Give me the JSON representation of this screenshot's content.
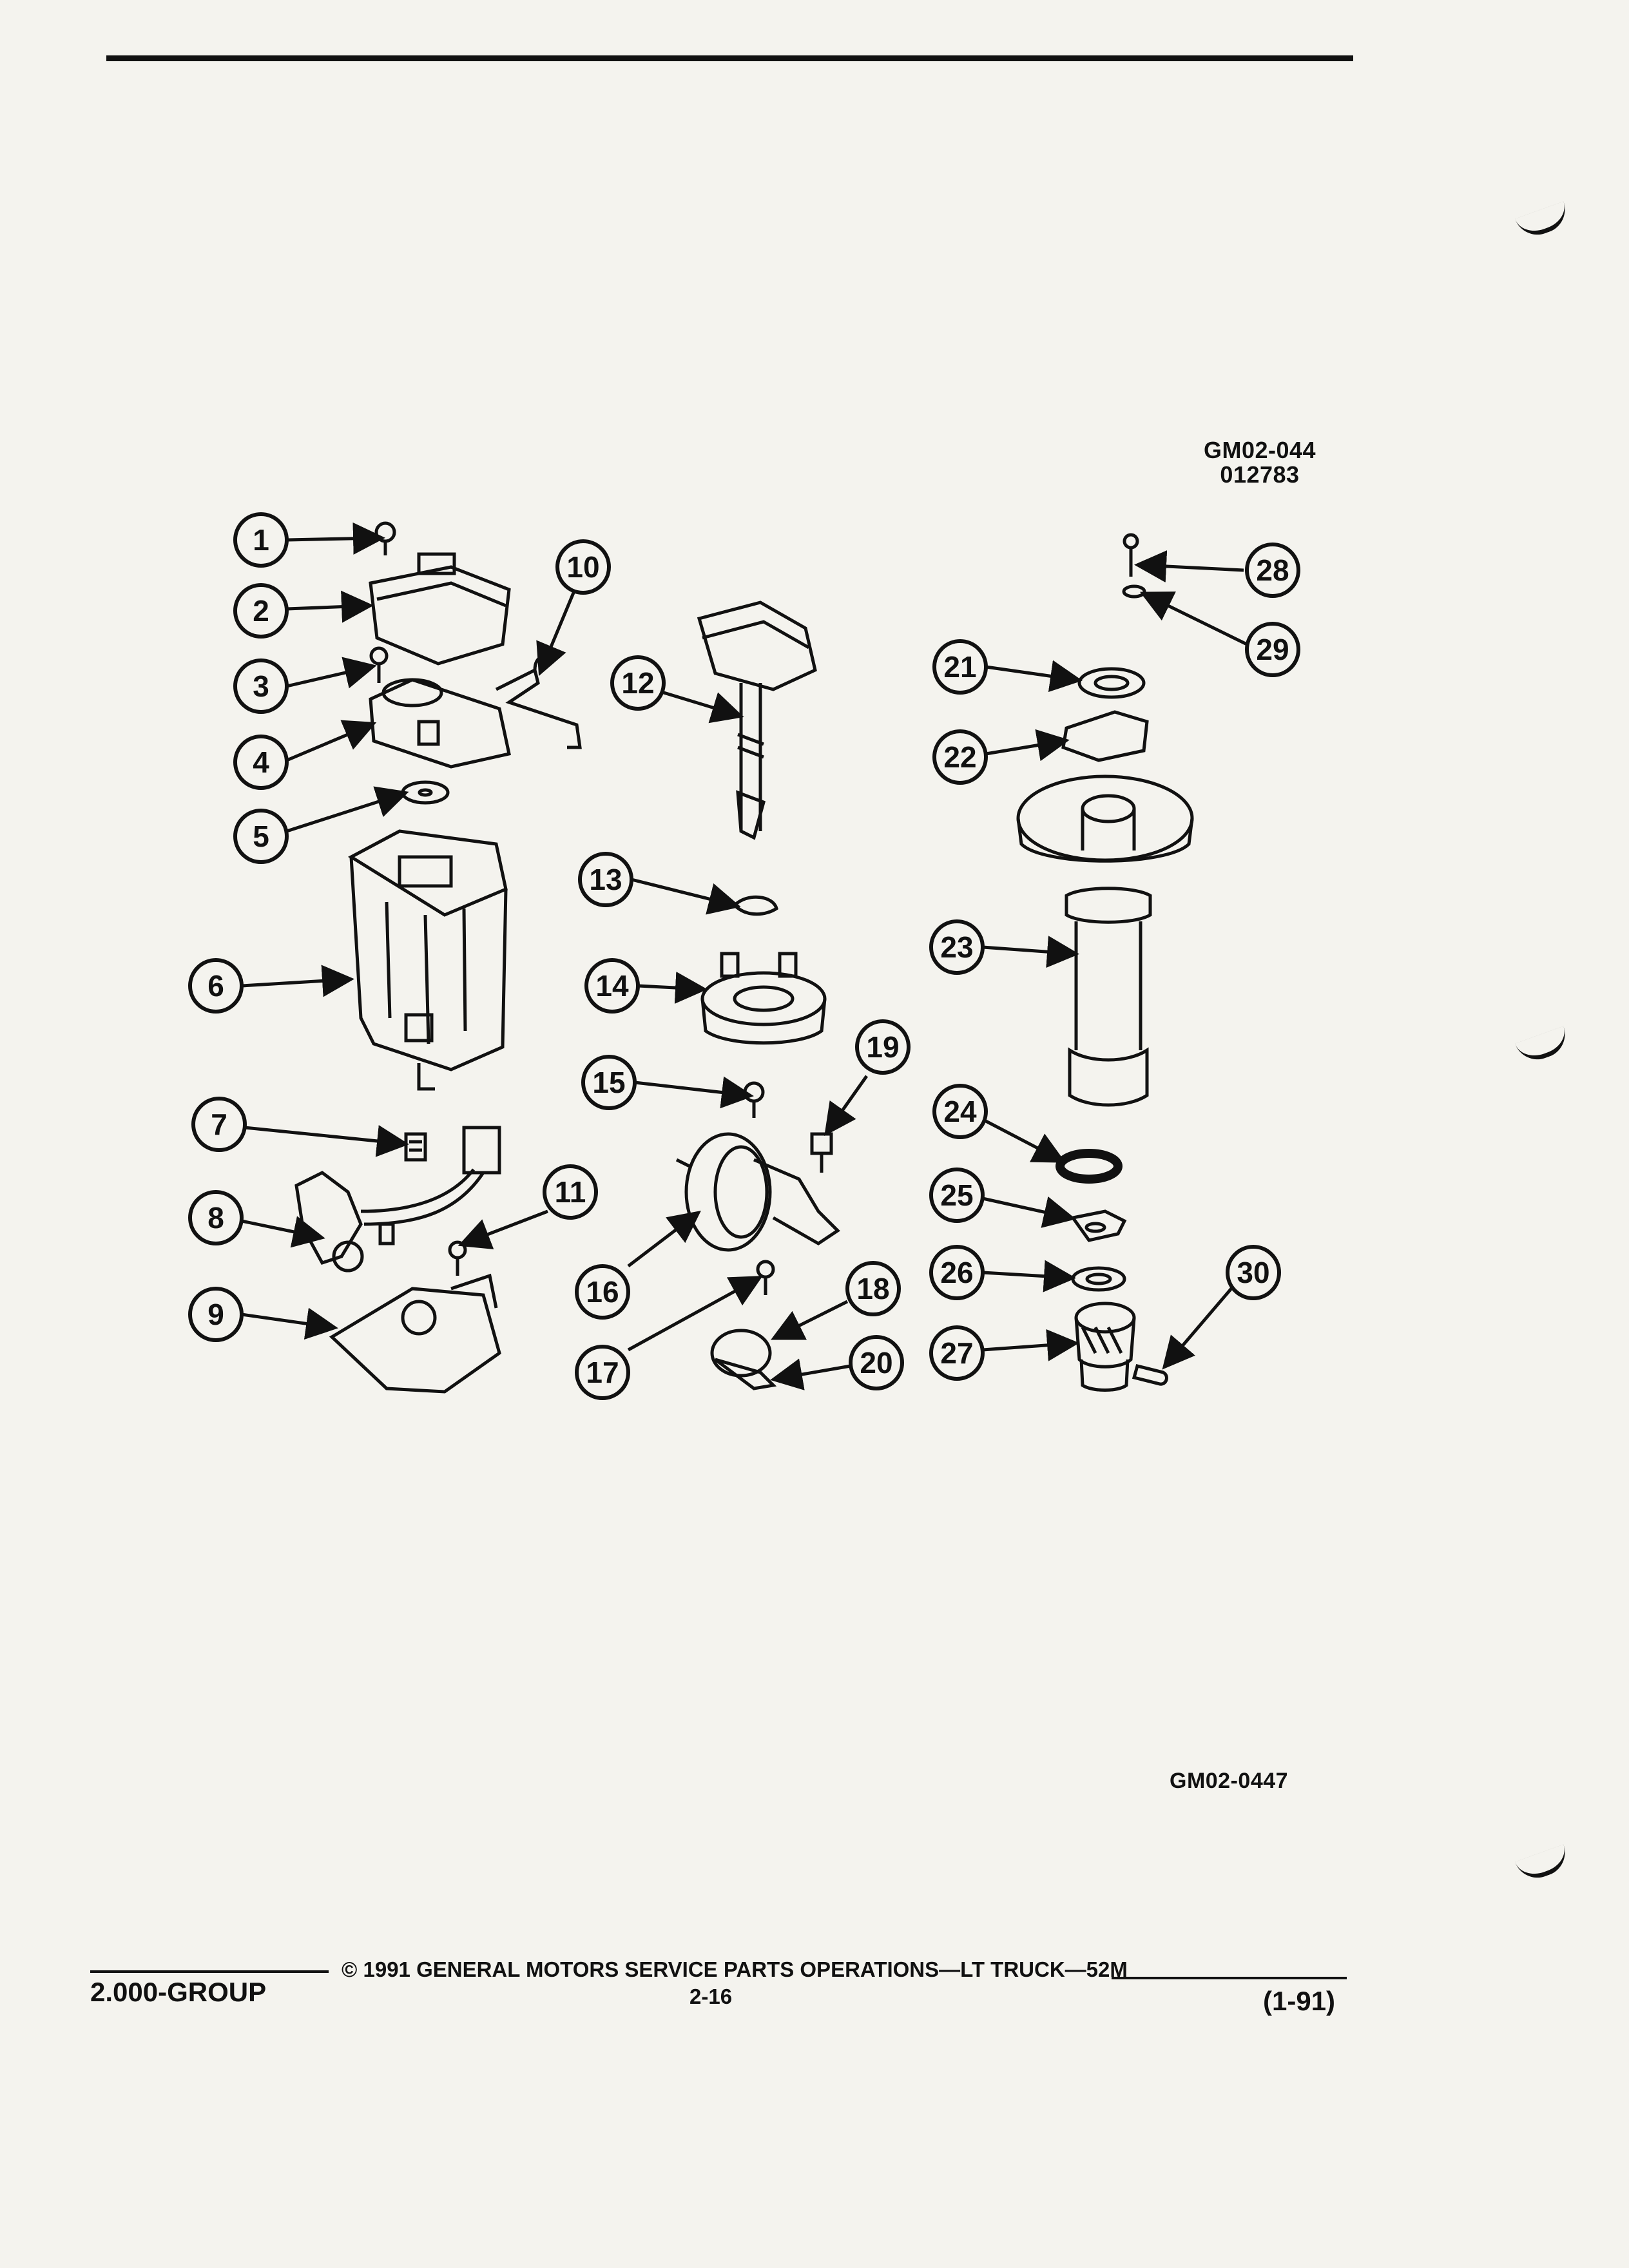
{
  "figure": {
    "ref_code_top": "GM02-044",
    "ref_code_top_sub": "012783",
    "ref_code_bottom": "GM02-0447",
    "callouts": [
      "1",
      "2",
      "3",
      "4",
      "5",
      "6",
      "7",
      "8",
      "9",
      "10",
      "11",
      "12",
      "13",
      "14",
      "15",
      "16",
      "17",
      "18",
      "19",
      "20",
      "21",
      "22",
      "23",
      "24",
      "25",
      "26",
      "27",
      "28",
      "29",
      "30"
    ]
  },
  "footer": {
    "copyright": "© 1991 GENERAL MOTORS SERVICE PARTS OPERATIONS—LT TRUCK—52M",
    "page_number": "2-16",
    "group": "2.000-GROUP",
    "date_code": "(1-91)"
  },
  "colors": {
    "paper": "#f4f3ee",
    "ink": "#111111"
  }
}
